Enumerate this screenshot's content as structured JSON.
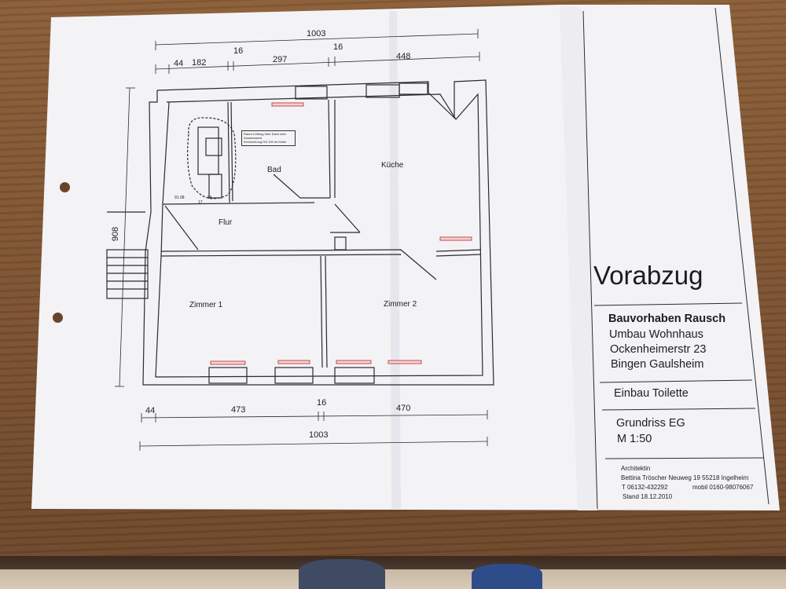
{
  "plan": {
    "dims": {
      "top_total": "1003",
      "top_44": "44",
      "top_182": "182",
      "top_16a": "16",
      "top_297": "297",
      "top_16b": "16",
      "top_448": "448",
      "left_908": "908",
      "bottom_44": "44",
      "bottom_473": "473",
      "bottom_16": "16",
      "bottom_470": "470",
      "bottom_total": "1003",
      "small_91": "91.08",
      "small_17": "17",
      "small_66": "66"
    },
    "rooms": {
      "bad": "Bad",
      "kueche": "Küche",
      "flur": "Flur",
      "zimmer1": "Zimmer 1",
      "zimmer2": "Zimmer 2"
    },
    "note_lines": [
      "Raum-Lüftung über Dach oder",
      "Aussenwand",
      "Kernbohrung DN 100 im Keller"
    ]
  },
  "title_block": {
    "heading": "Vorabzug",
    "project_bold": "Bauvorhaben Rausch",
    "project_line2": "Umbau Wohnhaus",
    "project_line3": "Ockenheimerstr 23",
    "project_line4": "Bingen Gaulsheim",
    "subject": "Einbau Toilette",
    "drawing": "Grundriss EG",
    "scale": "M 1:50",
    "architect_label": "Architektin",
    "architect_line": "Bettina Tröscher Neuweg 19 55218 Ingelheim",
    "phone": "T 06132-432292",
    "mobile": "mobil 0160-98076067",
    "date": "Stand 18.12.2010"
  },
  "colors": {
    "paper": "#f3f3f6",
    "ink": "#2a2a30",
    "red_accent": "#c44a4a"
  }
}
